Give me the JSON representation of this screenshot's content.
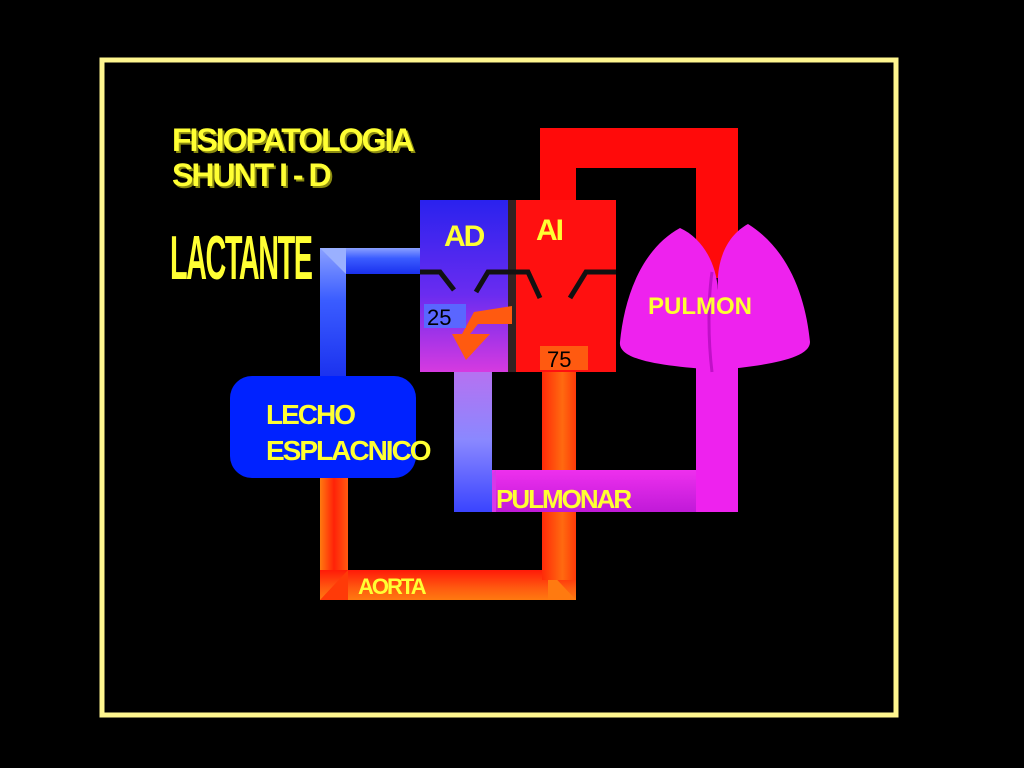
{
  "title": {
    "line1": "FISIOPATOLOGIA",
    "line2": "SHUNT I - D"
  },
  "subject": "LACTANTE",
  "labels": {
    "ad": "AD",
    "ai": "AI",
    "pulmon": "PULMON",
    "lecho_line1": "LECHO",
    "lecho_line2": "ESPLACNICO",
    "pulmonar": "PULMONAR",
    "aorta": "AORTA",
    "ad_value": "25",
    "ai_value": "75"
  },
  "colors": {
    "frame": "#fff68f",
    "title_text": "#ffff33",
    "ad_blue": "#3322ee",
    "ai_red": "#ff1010",
    "lung_magenta": "#ee22ee",
    "lecho_blue": "#0022ff",
    "aorta_orange": "#ff5a10",
    "value_box_blue": "#5a66ff",
    "value_box_orange": "#ff5a10"
  }
}
